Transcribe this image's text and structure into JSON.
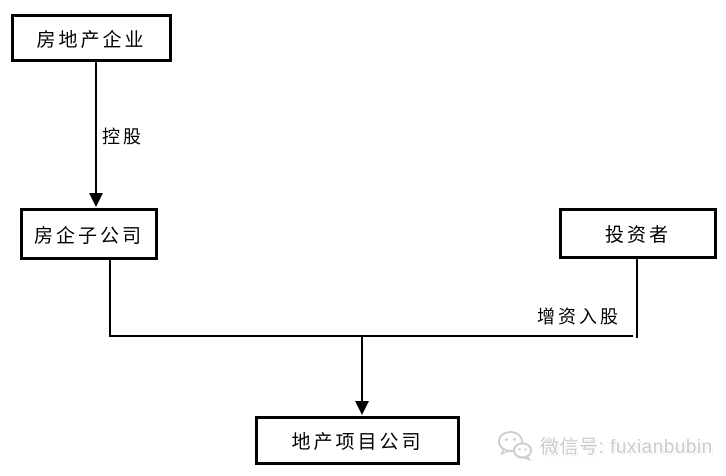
{
  "diagram": {
    "boxes": {
      "parent": "房地产企业",
      "subsidiary": "房企子公司",
      "investor": "投资者",
      "project": "地产项目公司"
    },
    "edge_labels": {
      "holding": "控股",
      "capital_increase": "增资入股"
    }
  },
  "watermark": {
    "icon": "wechat-icon",
    "text": "微信号: fuxianbubin"
  },
  "colors": {
    "line": "#000000",
    "background": "#ffffff",
    "watermark_gray": "#cccccc"
  }
}
